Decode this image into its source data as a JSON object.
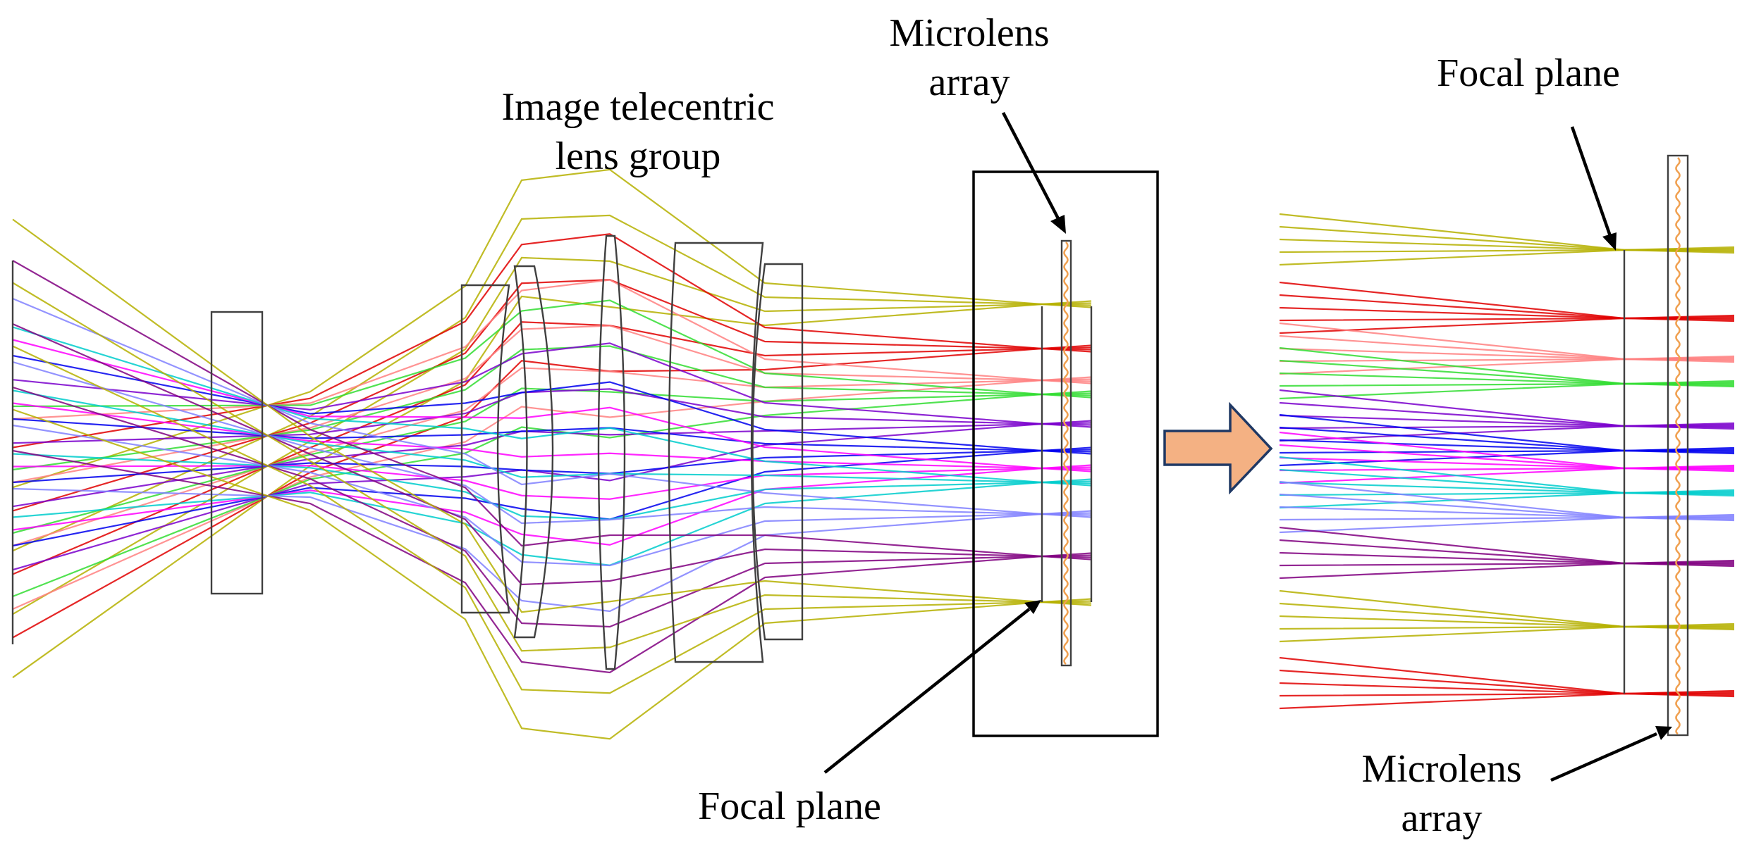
{
  "labels": {
    "image_telecentric": [
      "Image telecentric",
      "lens group"
    ],
    "microlens_top": [
      "Microlens",
      "array"
    ],
    "focal_plane_bottom": "Focal plane",
    "focal_plane_right": "Focal plane",
    "microlens_right": [
      "Microlens",
      "array"
    ]
  },
  "colors": {
    "ray_colors": [
      "#b5b000",
      "#e00000",
      "#ff8080",
      "#33dd33",
      "#7a00cc",
      "#0000ee",
      "#ff00ff",
      "#00cccc",
      "#8080ff",
      "#800080"
    ],
    "arrow_fill": "#f4b183",
    "arrow_stroke": "#1f3864",
    "microlens_color": "#f0a050"
  }
}
